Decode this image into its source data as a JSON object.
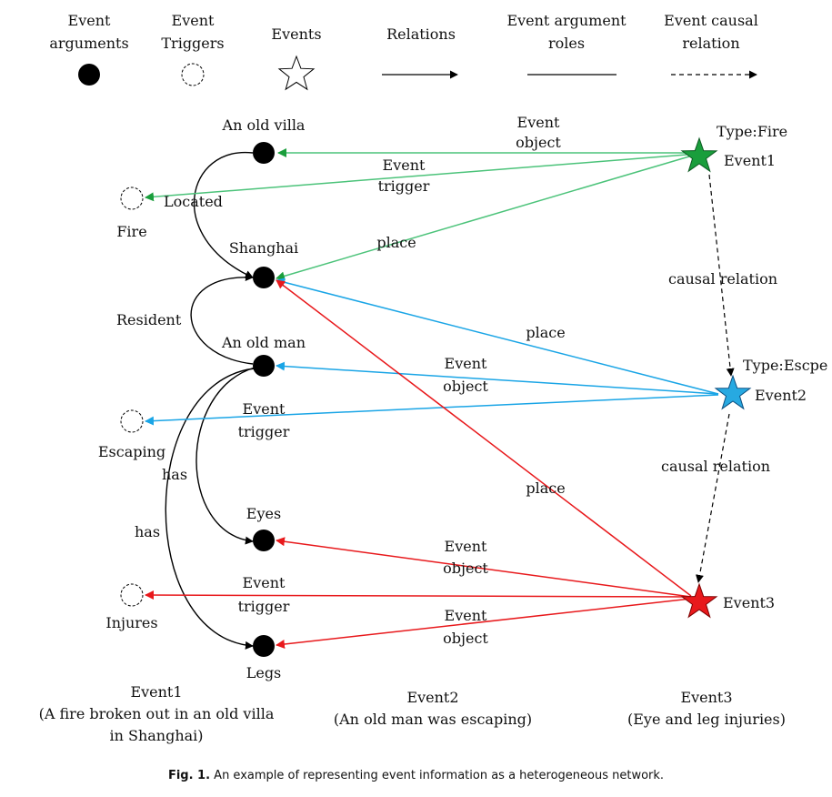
{
  "legend": {
    "arguments_l1": "Event",
    "arguments_l2": "arguments",
    "triggers_l1": "Event",
    "triggers_l2": "Triggers",
    "events": "Events",
    "relations": "Relations",
    "roles_l1": "Event argument",
    "roles_l2": "roles",
    "causal_l1": "Event causal",
    "causal_l2": "relation"
  },
  "nodes": {
    "old_villa": "An old villa",
    "fire": "Fire",
    "shanghai": "Shanghai",
    "old_man": "An old man",
    "escaping": "Escaping",
    "eyes": "Eyes",
    "injures": "Injures",
    "legs": "Legs",
    "event1": "Event1",
    "event1_type": "Type:Fire",
    "event2": "Event2",
    "event2_type": "Type:Escpe",
    "event3": "Event3"
  },
  "edge_labels": {
    "located": "Located",
    "resident": "Resident",
    "has": "has",
    "event_l1": "Event",
    "object_l2": "object",
    "trigger_l2": "trigger",
    "place": "place",
    "causal": "causal relation"
  },
  "bottom": {
    "e1_title": "Event1",
    "e1_l1": "(A fire broken out in an old villa",
    "e1_l2": "in Shanghai)",
    "e2_title": "Event2",
    "e2_l1": "(An old man was escaping)",
    "e3_title": "Event3",
    "e3_l1": "(Eye and leg injuries)"
  },
  "caption": {
    "label": "Fig. 1.",
    "text": "An example of representing event information as a heterogeneous network."
  },
  "colors": {
    "event1": "#1a9e3c",
    "event1_edge": "#4cc37a",
    "event2": "#27a9e1",
    "event2_edge": "#1aa5e6",
    "event3": "#e8191c",
    "event3_edge": "#e8191c",
    "node": "#000000"
  }
}
